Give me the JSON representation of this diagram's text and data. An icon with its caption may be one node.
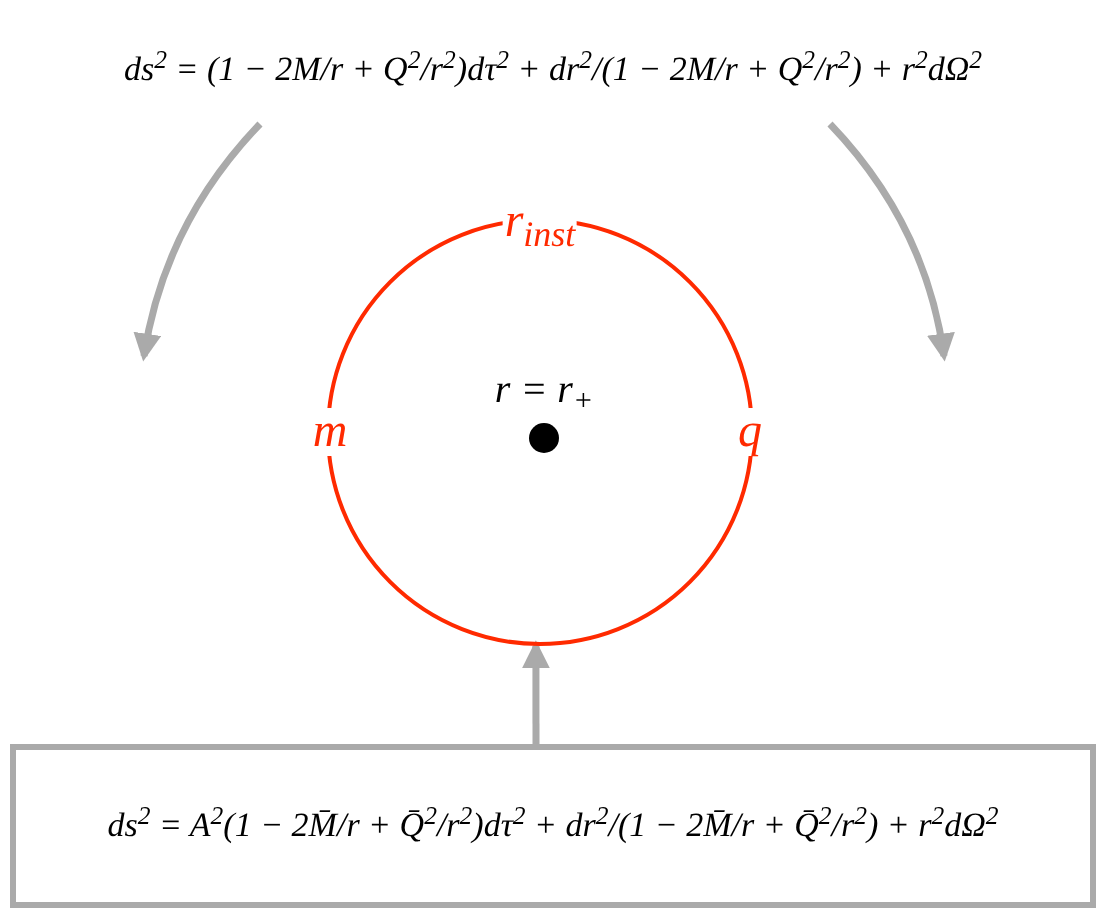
{
  "diagram": {
    "nodes": [
      {
        "text": [
          "ds$^{2}$ = (1 − 2M/r + Q$^{2}$/r$^{2}$)dτ$^{2}$ + dr$^{2}$/(1 − 2M/r + Q$^{2}$/r$^{2}$) + r$^{2}$dΩ$^{2}$"
        ]
      },
      {
        "text": [
          "r$_{inst}$",
          "m",
          "q"
        ]
      },
      {
        "text": [
          "r = r$_{+}$"
        ],
        "in": 1
      },
      {
        "text": [
          "ds$^{2}$ = A$^{2}$(1 − 2M̄/r + Q̄$^{2}$/r$^{2}$)dτ$^{2}$ + dr$^{2}$/(1 − 2M̄/r + Q̄$^{2}$/r$^{2}$) + r$^{2}$dΩ$^{2}$"
        ]
      }
    ],
    "edges": [
      {
        "from": 0,
        "to": null,
        "arrow": "to"
      },
      {
        "from": 0,
        "to": null,
        "arrow": "to"
      },
      {
        "from": 3,
        "to": 1,
        "arrow": "to"
      }
    ]
  }
}
